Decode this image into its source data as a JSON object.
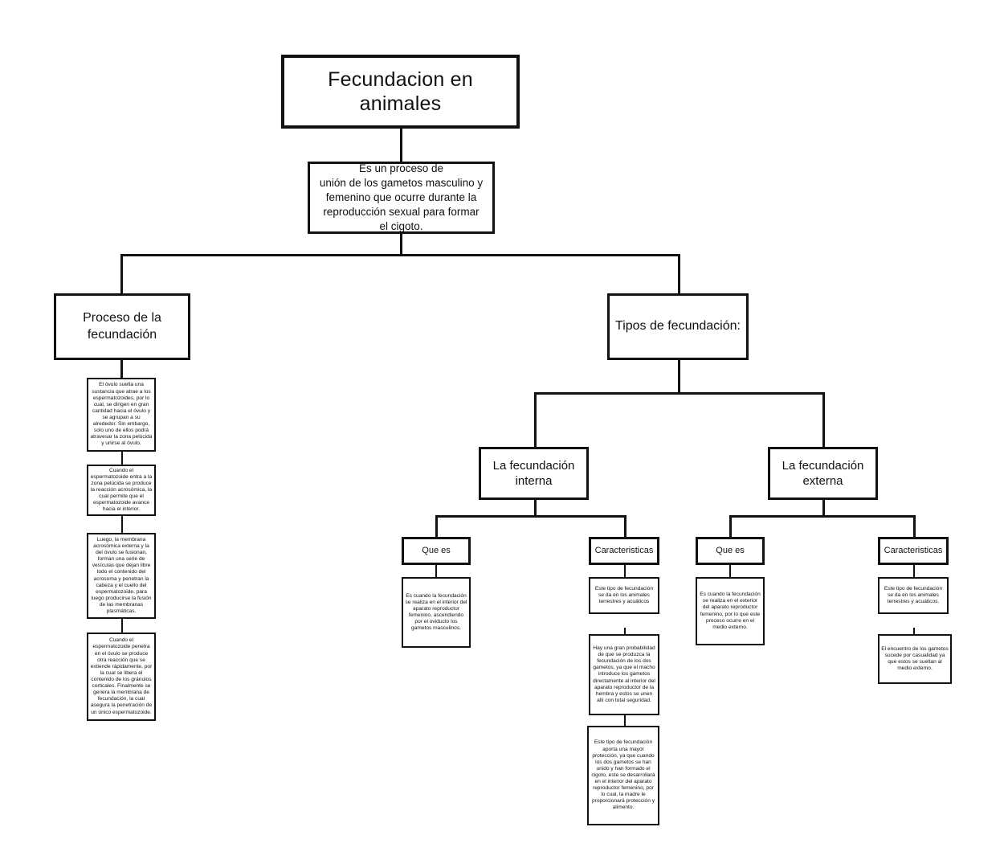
{
  "diagram": {
    "title": "Fecundacion en animales",
    "definition": "Es un proceso de\nunión de los gametos masculino y\nfemenino que ocurre durante la\nreproducción sexual para formar\nel cigoto.",
    "branches": {
      "left": {
        "label": "Proceso de la\nfecundación",
        "steps": [
          "El óvulo suelta una sustancia que atrae a los espermatozoides, por lo cual, se dirigen en gran cantidad hacia el óvulo y se agrupan a su alrededor. Sin embargo, solo uno de ellos podrá atravesar la zona pelúcida y unirse al óvulo.",
          "Cuando el espermatozoide entra a la zona pelúcida se produce la reacción acrosómica, la cual permite que el espermatozoide avance hacia el interior.",
          "Luego, la membrana acrosómica externa y la del óvulo se fusionan, forman una serie de vesículas que dejan libre todo el contenido del acrosoma y penetran la cabeza y el cuello del espermatozoide, para luego producirse la fusión de las membranas plasmáticas.",
          "Cuando el espermatozoide penetra en el óvulo se produce otra reacción que se extiende rápidamente, por la cual se libera el contenido de los gránulos corticales. Finalmente se genera la membrana de fecundación, la cual asegura la penetración de un único espermatozoide."
        ]
      },
      "right": {
        "label": "Tipos de fecundación:",
        "types": [
          {
            "name": "La fecundación\ninterna",
            "que_es_label": "Que es",
            "que_es_text": "Es cuando la fecundación se realiza en el interior del aparato reproductor femenino, ascendiendo por el oviducto los gametos masculinos.",
            "caracteristicas_label": "Caracteristicas",
            "caracteristicas": [
              "Este tipo de fecundación se da en los animales terrestres y acuáticos",
              "Hay una gran probabilidad de que se produzca la fecundación de los dos gametos, ya que el macho introduce los gametos directamente al interior del aparato reproductor de la hembra y estos se unen allí con total seguridad.",
              "Este tipo de fecundación aporta una mayor protección, ya que cuando los dos gametos se han unido y han formado el cigoto, este se desarrollará en el interior del aparato reproductor femenino, por lo cual, la madre le proporcionará protección y alimento."
            ]
          },
          {
            "name": "La fecundación\nexterna",
            "que_es_label": "Que es",
            "que_es_text": "Es cuando la fecundación se realiza en el exterior del aparato reproductor femenino, por lo que este proceso ocurre en el medio externo.",
            "caracteristicas_label": "Caracteristicas",
            "caracteristicas": [
              "Este tipo de fecundación se da en los animales terrestres y acuáticos.",
              "El encuentro de los gametos sucede por casualidad ya que estos se sueltan al medio externo."
            ]
          }
        ]
      }
    },
    "colors": {
      "background": "#ffffff",
      "stroke": "#111111",
      "text": "#111111"
    }
  }
}
